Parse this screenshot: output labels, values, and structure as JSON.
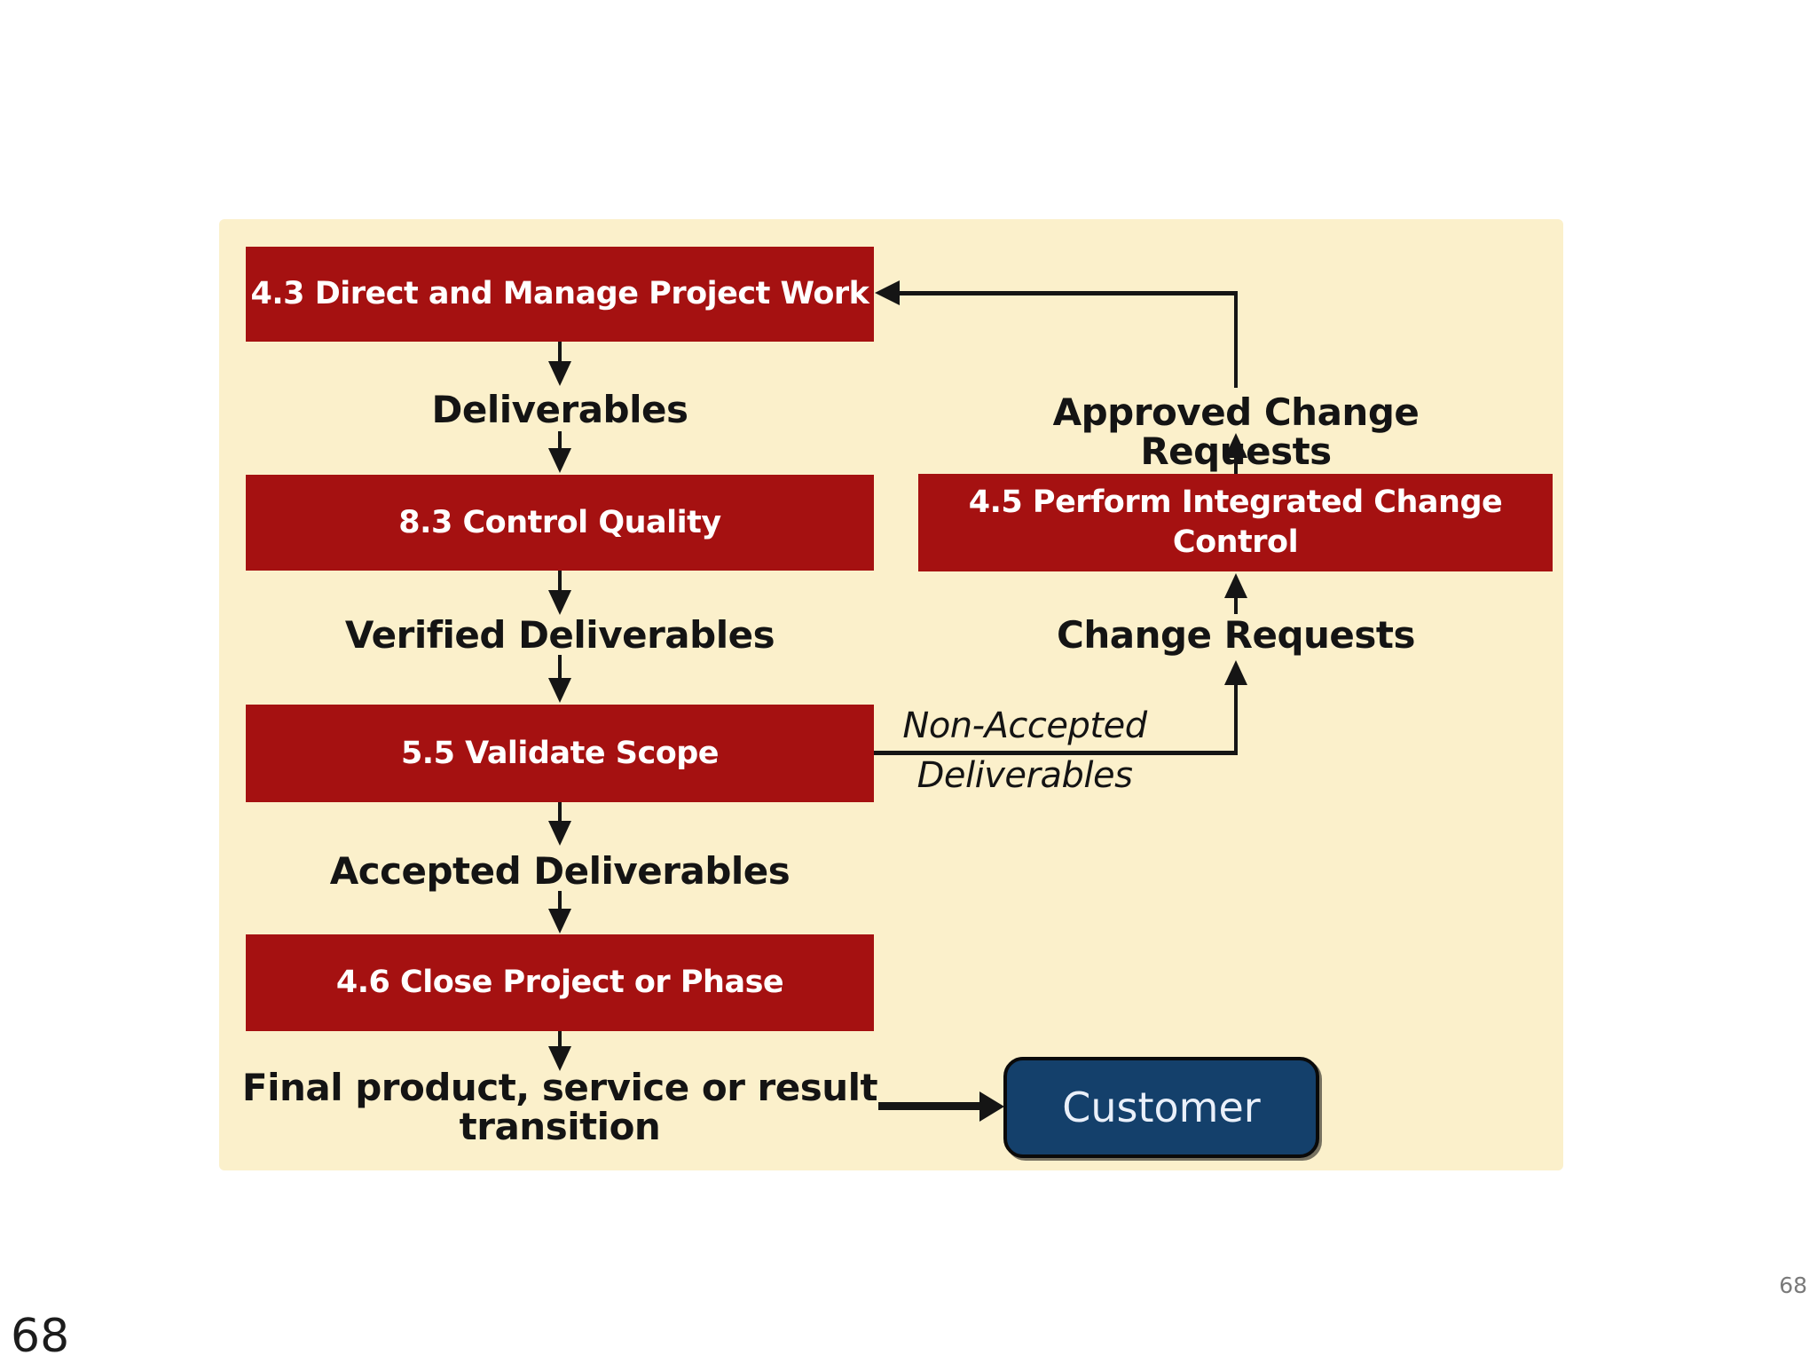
{
  "nodes": {
    "direct_manage": {
      "label": "4.3 Direct and Manage Project Work"
    },
    "control_quality": {
      "label": "8.3 Control Quality"
    },
    "validate_scope": {
      "label": "5.5 Validate Scope"
    },
    "close_project": {
      "label": "4.6 Close Project or Phase"
    },
    "perform_icc": {
      "label": "4.5 Perform Integrated Change Control"
    },
    "customer": {
      "label": "Customer"
    }
  },
  "flow_labels": {
    "deliverables": "Deliverables",
    "verified_deliverables": "Verified Deliverables",
    "accepted_deliverables": "Accepted Deliverables",
    "final_transition": "Final product, service or result transition",
    "approved_change_requests": "Approved Change Requests",
    "change_requests": "Change Requests",
    "non_accepted_deliverables": "Non-Accepted Deliverables"
  },
  "page_numbers": {
    "bottom_left": "68",
    "bottom_right": "68"
  },
  "colors": {
    "box_red": "#a51111",
    "panel_cream": "#fbf0cb",
    "customer_blue": "#14406b",
    "arrow_black": "#151515",
    "page_number_gray": "#7a7a7a"
  }
}
